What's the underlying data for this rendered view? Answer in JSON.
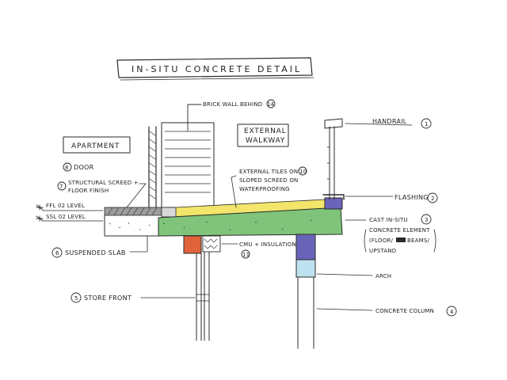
{
  "title": "IN-SITU CONCRETE DETAIL",
  "colors": {
    "ink": "#2a2a2a",
    "concrete_element": "#7fc47a",
    "external_tiles": "#f2e56a",
    "cmu_block": "#e0623a",
    "upstand_column": "#6a64b8",
    "arch": "#bfe2f0",
    "flashing": "#5a4fa6"
  },
  "labels": {
    "apartment": "APARTMENT",
    "external_walkway_line1": "EXTERNAL",
    "external_walkway_line2": "WALKWAY",
    "brick_wall": "BRICK WALL BEHIND",
    "brick_wall_num": "14",
    "handrail": "HANDRAIL",
    "handrail_num": "1",
    "door_num": "8",
    "door": "DOOR",
    "screed_num": "7",
    "screed_line1": "STRUCTURAL SCREED +",
    "screed_line2": "FLOOR FINISH",
    "ffl": "FFL 02 LEVEL",
    "ssl": "SSL 02 LEVEL",
    "tiles_line1": "EXTERNAL TILES ON",
    "tiles_num": "10",
    "tiles_line2": "SLOPED SCREED ON",
    "tiles_line3": "WATERPROOFING",
    "flashing": "FLASHING",
    "flashing_num": "2",
    "cast_num": "3",
    "cast_line1": "CAST IN-SITU",
    "cast_line2": "CONCRETE ELEMENT",
    "cast_line3": "(FLOOR/",
    "cast_line3b": "BEAMS/",
    "cast_line4": "UPSTAND",
    "suspended_num": "6",
    "suspended": "SUSPENDED SLAB",
    "cmu_line1": "CMU + INSULATION",
    "cmu_num": "11",
    "arch": "ARCH",
    "storefront_num": "5",
    "storefront": "STORE FRONT",
    "column": "CONCRETE COLUMN",
    "column_num": "4"
  }
}
